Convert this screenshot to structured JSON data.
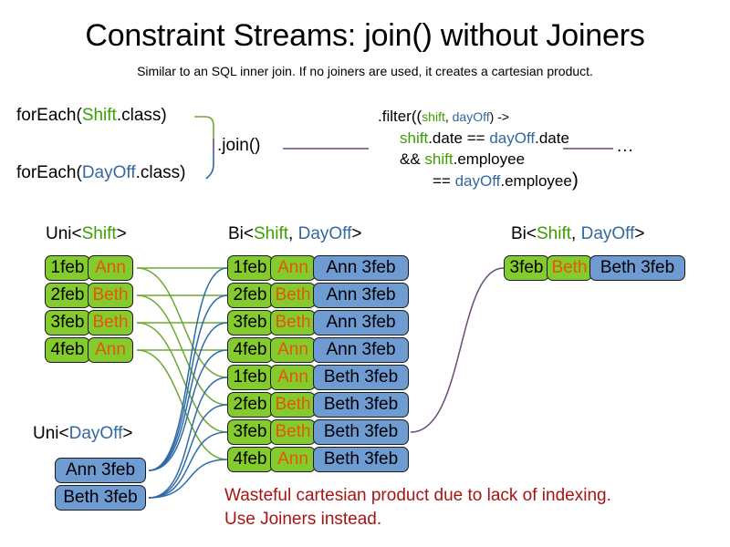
{
  "slide": {
    "title": "Constraint Streams: join() without Joiners",
    "subtitle": "Similar to an SQL inner join. If no joiners are used, it creates a cartesian product."
  },
  "colors": {
    "shift_green_text": "#3D9E00",
    "dayoff_blue_text": "#34689E",
    "box_green_fill": "#84CC2E",
    "box_blue_fill": "#6E9BD2",
    "name_orange_text": "#E8540C",
    "warning_red": "#A81414",
    "connector_green": "#6FA832",
    "connector_blue": "#2F6BA8",
    "connector_purple": "#6B4A78"
  },
  "code": {
    "foreach_shift_prefix": "forEach(",
    "foreach_shift_type": "Shift",
    "foreach_shift_suffix": ".class)",
    "foreach_dayoff_prefix": "forEach(",
    "foreach_dayoff_type": "DayOff",
    "foreach_dayoff_suffix": ".class)",
    "join_call": ".join()",
    "filter_open": ".filter((",
    "filter_param_shift": "shift",
    "filter_param_sep": ", ",
    "filter_param_dayoff": "dayOff",
    "filter_arrow": ") ->",
    "filter_line2_a": "shift",
    "filter_line2_b": ".date == ",
    "filter_line2_c": "dayOff",
    "filter_line2_d": ".date",
    "filter_line3_a": "&& ",
    "filter_line3_b": "shift",
    "filter_line3_c": ".employee",
    "filter_line4_a": "== ",
    "filter_line4_b": "dayOff",
    "filter_line4_c": ".employee",
    "filter_close": ")",
    "ellipsis": "..."
  },
  "stream_headers": {
    "uni_shift": {
      "outer_open": "Uni<",
      "type": "Shift",
      "outer_close": ">"
    },
    "bi_middle": {
      "outer_open": "Bi<",
      "type_a": "Shift",
      "sep": ", ",
      "type_b": "DayOff",
      "outer_close": ">"
    },
    "bi_right": {
      "outer_open": "Bi<",
      "type_a": "Shift",
      "sep": ", ",
      "type_b": "DayOff",
      "outer_close": ">"
    },
    "uni_dayoff": {
      "outer_open": "Uni<",
      "type": "DayOff",
      "outer_close": ">"
    }
  },
  "uni_shift_facts": [
    {
      "date": "1feb",
      "name": "Ann"
    },
    {
      "date": "2feb",
      "name": "Beth"
    },
    {
      "date": "3feb",
      "name": "Beth"
    },
    {
      "date": "4feb",
      "name": "Ann"
    }
  ],
  "uni_dayoff_facts": [
    {
      "label": "Ann 3feb"
    },
    {
      "label": "Beth 3feb"
    }
  ],
  "bi_middle_rows": [
    {
      "date": "1feb",
      "name": "Ann",
      "pair": "Ann 3feb"
    },
    {
      "date": "2feb",
      "name": "Beth",
      "pair": "Ann 3feb"
    },
    {
      "date": "3feb",
      "name": "Beth",
      "pair": "Ann 3feb"
    },
    {
      "date": "4feb",
      "name": "Ann",
      "pair": "Ann 3feb"
    },
    {
      "date": "1feb",
      "name": "Ann",
      "pair": "Beth 3feb"
    },
    {
      "date": "2feb",
      "name": "Beth",
      "pair": "Beth 3feb"
    },
    {
      "date": "3feb",
      "name": "Beth",
      "pair": "Beth 3feb"
    },
    {
      "date": "4feb",
      "name": "Ann",
      "pair": "Beth 3feb"
    }
  ],
  "bi_right_rows": [
    {
      "date": "3feb",
      "name": "Beth",
      "pair": "Beth 3feb"
    }
  ],
  "warning": "Wasteful cartesian product due to lack of indexing.\nUse Joiners instead."
}
